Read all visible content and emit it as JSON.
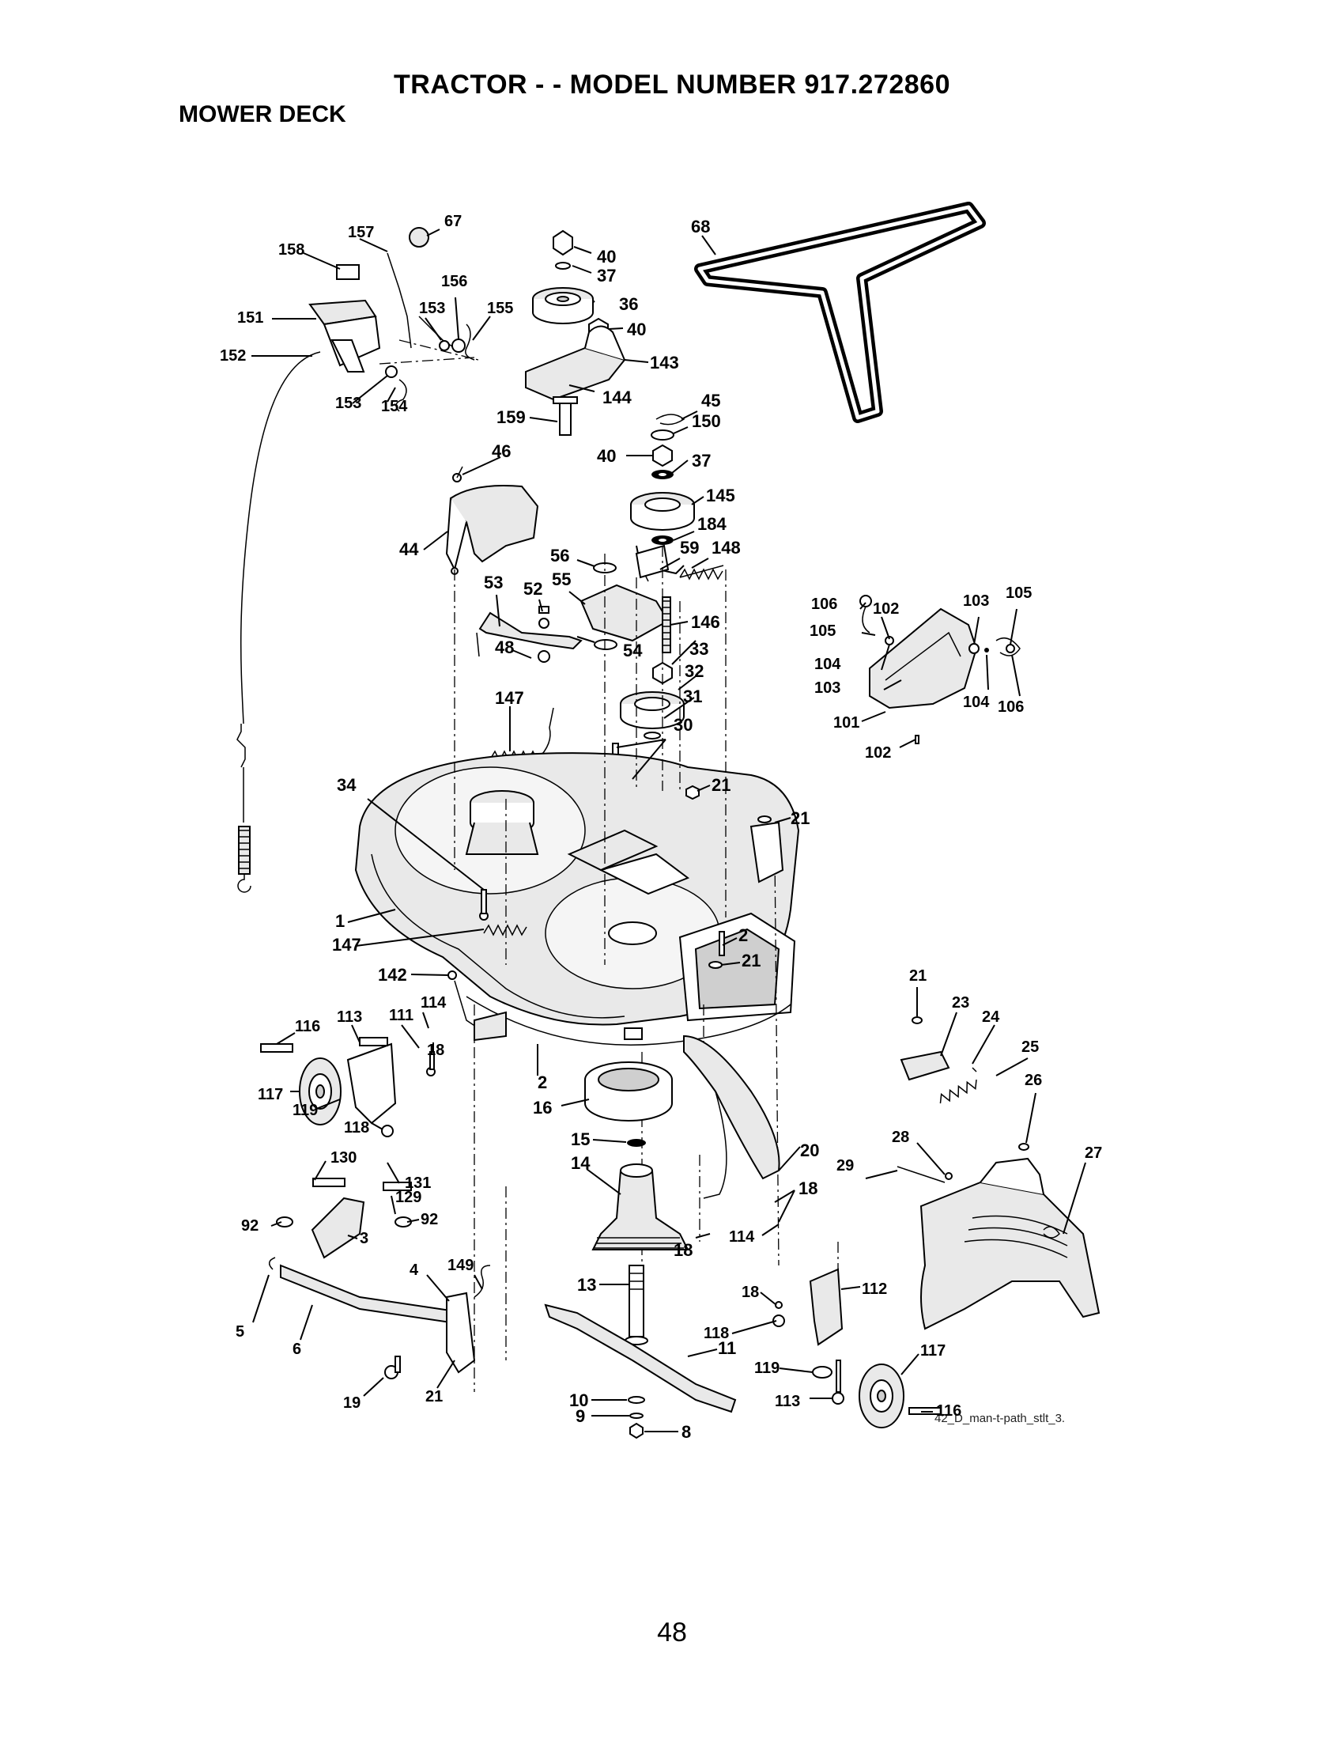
{
  "header": {
    "title": "TRACTOR - - MODEL NUMBER 917.272860",
    "section": "MOWER DECK"
  },
  "diagram": {
    "image_ref": "42_D_man-t-path_stlt_3.",
    "callouts": [
      "67",
      "157",
      "158",
      "156",
      "153",
      "155",
      "151",
      "152",
      "153",
      "154",
      "40",
      "37",
      "36",
      "40",
      "143",
      "144",
      "159",
      "68",
      "45",
      "150",
      "40",
      "37",
      "145",
      "184",
      "46",
      "44",
      "56",
      "55",
      "59",
      "148",
      "53",
      "52",
      "146",
      "54",
      "33",
      "48",
      "32",
      "31",
      "147",
      "30",
      "21",
      "21",
      "34",
      "1",
      "147",
      "2",
      "21",
      "142",
      "113",
      "111",
      "114",
      "116",
      "18",
      "117",
      "119",
      "118",
      "21",
      "23",
      "24",
      "25",
      "26",
      "2",
      "16",
      "15",
      "14",
      "20",
      "28",
      "29",
      "27",
      "18",
      "130",
      "131",
      "129",
      "92",
      "92",
      "3",
      "18",
      "114",
      "4",
      "149",
      "13",
      "112",
      "5",
      "6",
      "18",
      "118",
      "11",
      "119",
      "117",
      "19",
      "21",
      "10",
      "9",
      "8",
      "113",
      "116",
      "106",
      "102",
      "103",
      "105",
      "105",
      "104",
      "103",
      "104",
      "106",
      "101",
      "102"
    ]
  },
  "footer": {
    "page_number": "48"
  }
}
